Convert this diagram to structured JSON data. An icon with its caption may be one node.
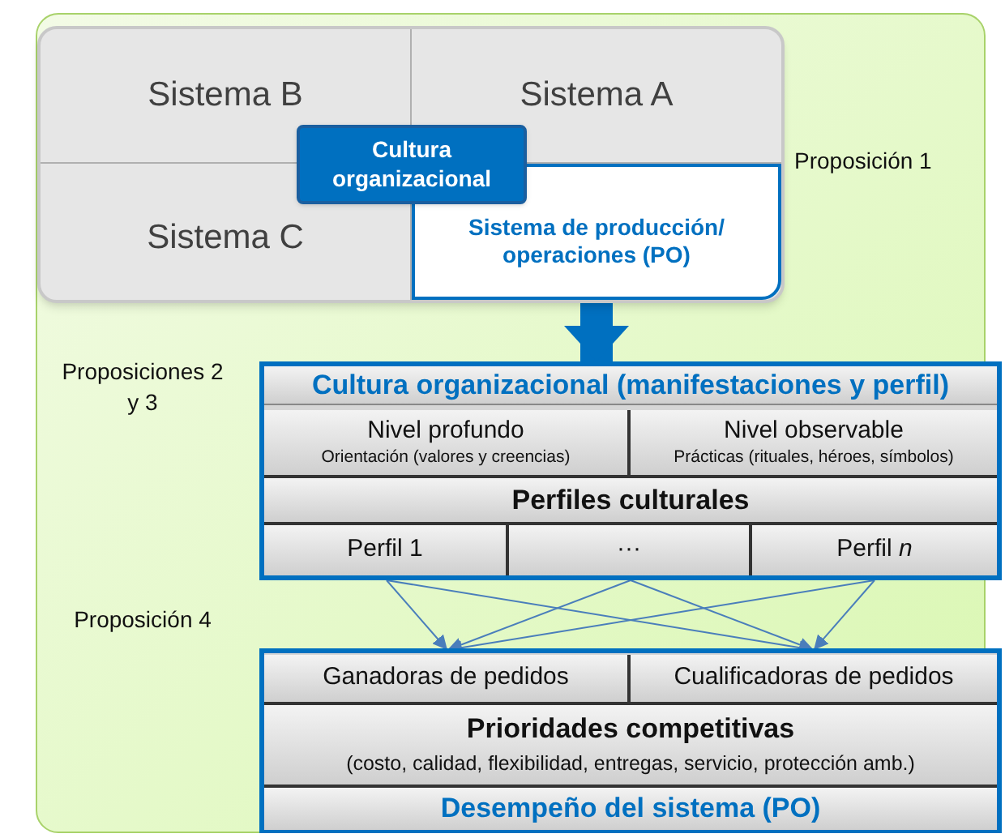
{
  "diagram": {
    "nodes": [
      {
        "text": [],
        "shape": "box"
      },
      {
        "text": [],
        "shape": "box",
        "in": 0
      },
      {
        "text": [
          "Sistema B"
        ],
        "in": 1
      },
      {
        "text": [
          "Sistema A"
        ],
        "in": 1
      },
      {
        "text": [
          "Sistema C"
        ],
        "in": 1
      },
      {
        "text": [
          "Sistema de producción/ operaciones (PO)"
        ],
        "in": 1
      },
      {
        "text": [
          "Cultura organizacional"
        ],
        "in": 1
      },
      {
        "text": [
          "Cultura organizacional (manifestaciones y perfil)"
        ],
        "in": 0
      },
      {
        "text": [
          "Nivel profundo",
          "Orientación (valores y creencias)"
        ],
        "in": 7
      },
      {
        "text": [
          "Nivel observable",
          "Prácticas (rituales, héroes, símbolos)"
        ],
        "in": 7
      },
      {
        "text": [
          "Perfiles culturales"
        ],
        "in": 7
      },
      {
        "text": [
          "Perfil 1"
        ],
        "in": 7
      },
      {
        "text": [
          "···"
        ],
        "in": 7
      },
      {
        "text": [
          "Perfil *n*"
        ],
        "in": 7
      },
      {
        "text": [],
        "shape": "box",
        "in": 0
      },
      {
        "text": [
          "Ganadoras de pedidos"
        ],
        "in": 14
      },
      {
        "text": [
          "Cualificadoras de pedidos"
        ],
        "in": 14
      },
      {
        "text": [
          "Prioridades competitivas",
          "(costo, calidad, flexibilidad, entregas, servicio, protección amb.)"
        ],
        "in": 14
      },
      {
        "text": [
          "Desempeño del sistema (PO)"
        ],
        "in": 14
      }
    ],
    "edges": [
      {
        "from": 1,
        "to": 7,
        "arrow": "to",
        "style": "thick",
        "color": "#0070c0"
      },
      {
        "from": 11,
        "to": 15,
        "arrow": "to"
      },
      {
        "from": 11,
        "to": 16,
        "arrow": "to"
      },
      {
        "from": 12,
        "to": 15,
        "arrow": "to"
      },
      {
        "from": 12,
        "to": 16,
        "arrow": "to"
      },
      {
        "from": 13,
        "to": 15,
        "arrow": "to"
      },
      {
        "from": 13,
        "to": 16,
        "arrow": "to"
      }
    ],
    "labels": [
      "Proposición 1",
      "Proposiciones 2 y 3",
      "Proposición 4"
    ]
  }
}
